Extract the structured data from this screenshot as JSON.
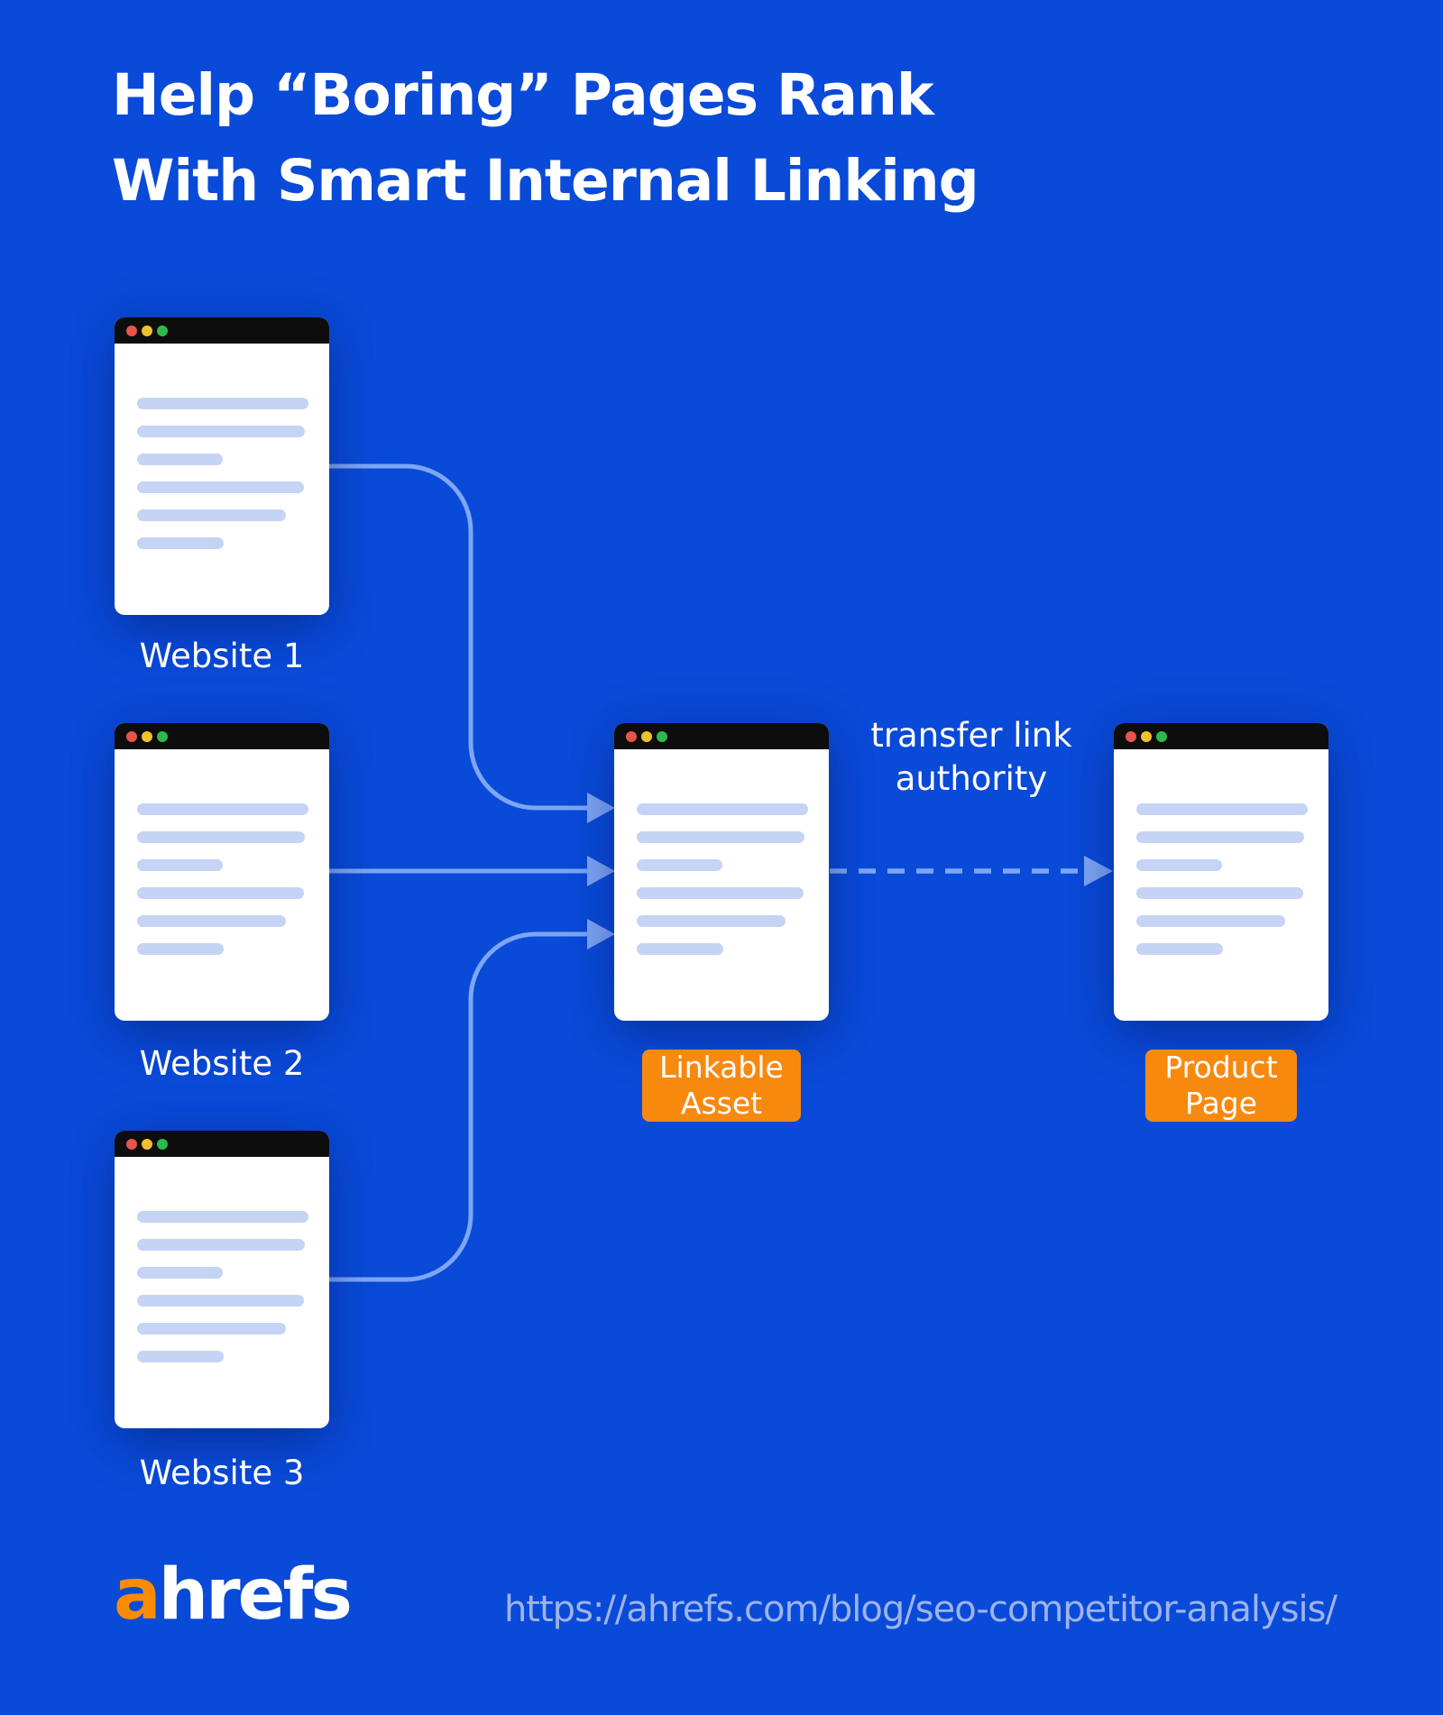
{
  "title": "Help “Boring” Pages Rank\nWith Smart Internal Linking",
  "site_labels": [
    "Website 1",
    "Website 2",
    "Website 3"
  ],
  "tags": {
    "linkable_asset": "Linkable Asset",
    "product_page": "Product Page"
  },
  "annotation": "transfer link authority",
  "footer": {
    "logo_a": "a",
    "logo_rest": "hrefs",
    "url": "https://ahrefs.com/blog/seo-competitor-analysis/"
  },
  "skeleton_line_widths": [
    190,
    186,
    95,
    185,
    165,
    96
  ],
  "icons": {
    "traffic_lights": [
      "red",
      "yellow",
      "green"
    ],
    "arrowheads": "filled-triangle"
  },
  "colors": {
    "background": "#0A4AD8",
    "window_bg": "#FFFFFF",
    "window_bar": "#0D0D0D",
    "skeleton_line": "#C5D3F4",
    "arrow": "#7DA6F4",
    "tag_orange": "#F8890F",
    "logo_orange": "#F98B07",
    "url_text": "#9DB4E9",
    "traffic_red": "#E6544B",
    "traffic_yellow": "#F0C12F",
    "traffic_green": "#2EB94E",
    "text_white": "#FFFFFF"
  }
}
